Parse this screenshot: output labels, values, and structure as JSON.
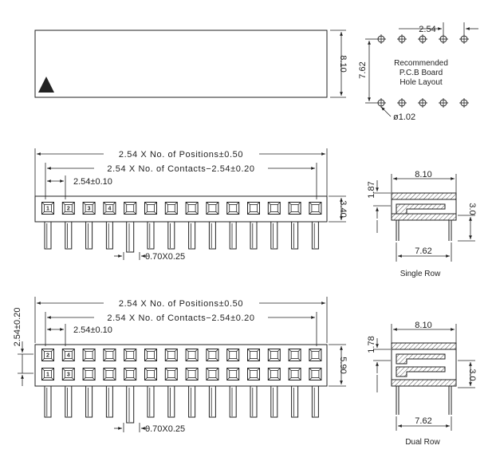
{
  "colors": {
    "ink": "#222222",
    "background": "#ffffff",
    "hatch": "#555555"
  },
  "top_view": {
    "height_label": "8.10"
  },
  "pcb_layout": {
    "pitch_label": "2.54",
    "row_spacing_label": "7.62",
    "caption_line1": "Recommended",
    "caption_line2": "P.C.B Board",
    "caption_line3": "Hole Layout",
    "hole_label": "ø1.02"
  },
  "single_row": {
    "positions_label": "2.54 X No. of Positions±0.50",
    "contacts_label": "2.54 X No. of Contacts−2.54±0.20",
    "pitch_label": "2.54±0.10",
    "height_label": "3.40",
    "pin_label": "0.70X0.25",
    "pin_numbers": [
      "1",
      "2",
      "3",
      "4"
    ]
  },
  "single_row_side": {
    "width_label": "8.10",
    "top_label": "1.87",
    "pin_length_label": "3.0",
    "pin_spacing_label": "7.62",
    "caption": "Single Row"
  },
  "dual_row": {
    "positions_label": "2.54 X No. of Positions±0.50",
    "contacts_label": "2.54 X No. of Contacts−2.54±0.20",
    "pitch_label": "2.54±0.10",
    "row_pitch_label": "2.54±0.20",
    "height_label": "5.90",
    "pin_label": "0.70X0.25",
    "top_pin_numbers": [
      "2",
      "4"
    ],
    "bottom_pin_numbers": [
      "1",
      "3"
    ]
  },
  "dual_row_side": {
    "width_label": "8.10",
    "top_label": "1.78",
    "pin_length_label": "3.0",
    "pin_spacing_label": "7.62",
    "caption": "Dual Row"
  }
}
